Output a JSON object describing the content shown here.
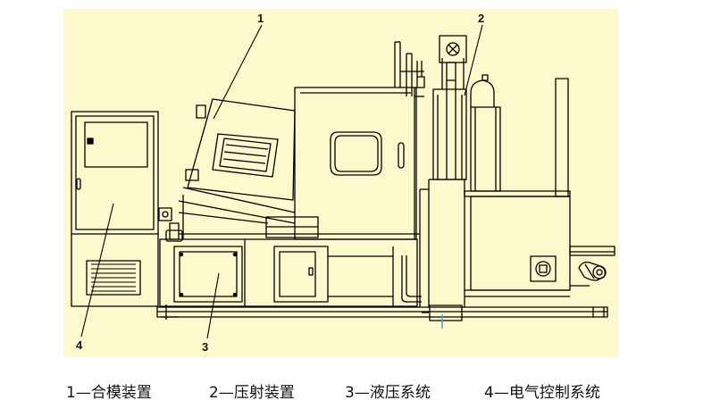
{
  "diagram": {
    "callouts": [
      "1",
      "2",
      "3",
      "4"
    ],
    "legend": [
      "1—合模装置",
      "2—压射装置",
      "3—液压系统",
      "4—电气控制系统"
    ],
    "colors": {
      "background": "#fdf9cc",
      "line": "#000000",
      "caption_text": "#111111",
      "marker": "#4aa8d8"
    }
  }
}
